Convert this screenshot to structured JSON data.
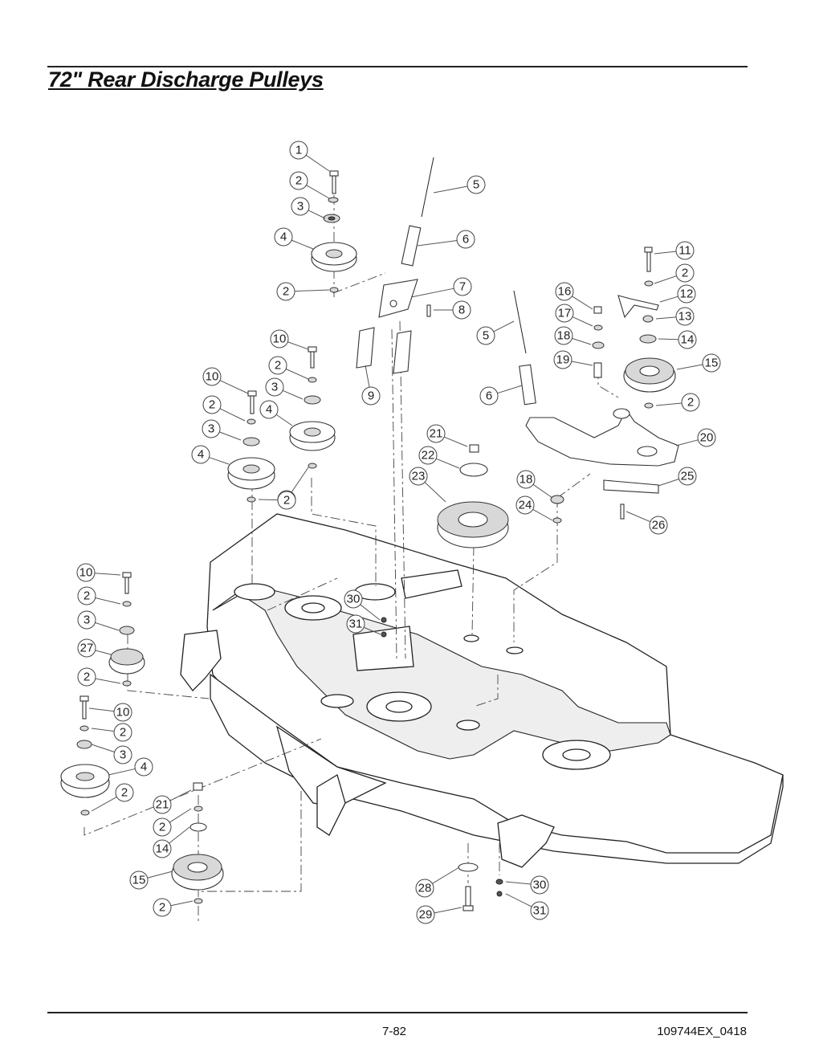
{
  "header": {
    "title": "72\" Rear Discharge Pulleys"
  },
  "footer": {
    "page_number": "7-82",
    "document_number": "109744EX_0418"
  },
  "callouts": [
    {
      "label": "1"
    },
    {
      "label": "2"
    },
    {
      "label": "3"
    },
    {
      "label": "4"
    },
    {
      "label": "2"
    },
    {
      "label": "5"
    },
    {
      "label": "6"
    },
    {
      "label": "7"
    },
    {
      "label": "8"
    },
    {
      "label": "9"
    },
    {
      "label": "10"
    },
    {
      "label": "2"
    },
    {
      "label": "3"
    },
    {
      "label": "4"
    },
    {
      "label": "2"
    },
    {
      "label": "10"
    },
    {
      "label": "2"
    },
    {
      "label": "3"
    },
    {
      "label": "4"
    },
    {
      "label": "2"
    },
    {
      "label": "11"
    },
    {
      "label": "2"
    },
    {
      "label": "12"
    },
    {
      "label": "13"
    },
    {
      "label": "14"
    },
    {
      "label": "15"
    },
    {
      "label": "2"
    },
    {
      "label": "16"
    },
    {
      "label": "17"
    },
    {
      "label": "18"
    },
    {
      "label": "19"
    },
    {
      "label": "5"
    },
    {
      "label": "6"
    },
    {
      "label": "20"
    },
    {
      "label": "21"
    },
    {
      "label": "22"
    },
    {
      "label": "23"
    },
    {
      "label": "18"
    },
    {
      "label": "24"
    },
    {
      "label": "25"
    },
    {
      "label": "26"
    },
    {
      "label": "10"
    },
    {
      "label": "2"
    },
    {
      "label": "3"
    },
    {
      "label": "27"
    },
    {
      "label": "2"
    },
    {
      "label": "30"
    },
    {
      "label": "31"
    },
    {
      "label": "10"
    },
    {
      "label": "2"
    },
    {
      "label": "3"
    },
    {
      "label": "4"
    },
    {
      "label": "2"
    },
    {
      "label": "21"
    },
    {
      "label": "2"
    },
    {
      "label": "14"
    },
    {
      "label": "15"
    },
    {
      "label": "2"
    },
    {
      "label": "28"
    },
    {
      "label": "29"
    },
    {
      "label": "30"
    },
    {
      "label": "31"
    }
  ]
}
